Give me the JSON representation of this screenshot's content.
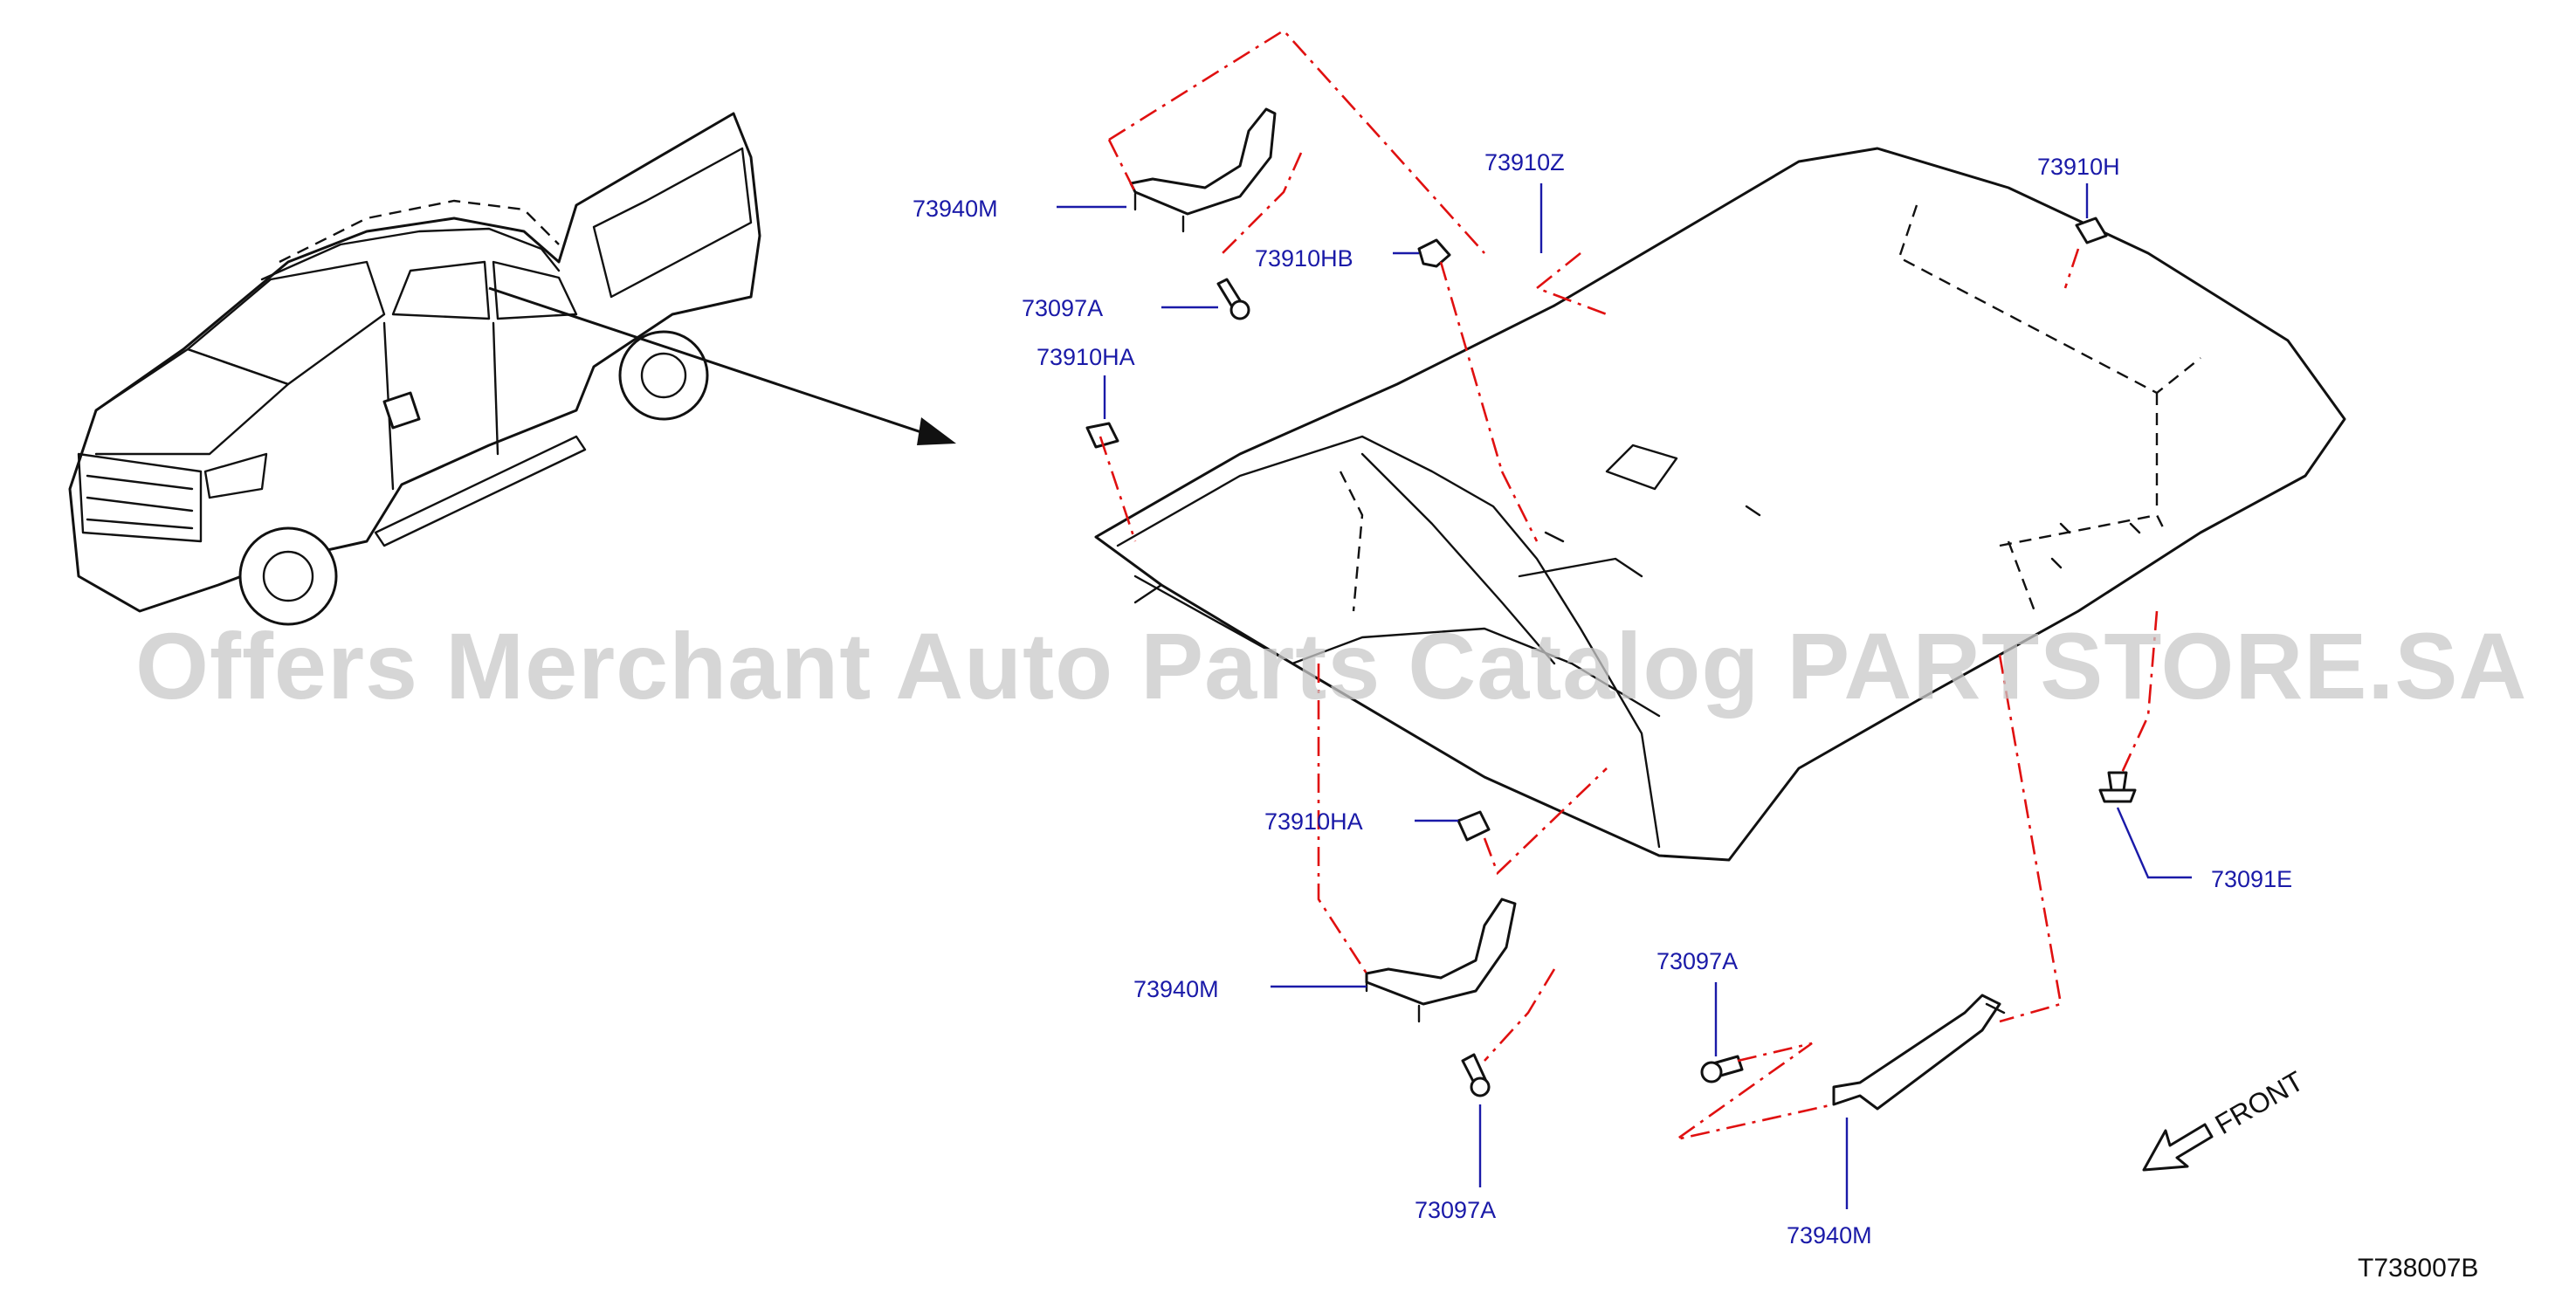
{
  "diagram": {
    "watermark": "Offers Merchant Auto Parts Catalog PARTSTORE.SA",
    "drawing_code": "T738007B",
    "front_label": "FRONT",
    "callouts": [
      {
        "id": "c1",
        "text": "73940M"
      },
      {
        "id": "c2",
        "text": "73910HB"
      },
      {
        "id": "c3",
        "text": "73097A"
      },
      {
        "id": "c4",
        "text": "73910HA"
      },
      {
        "id": "c5",
        "text": "73910Z"
      },
      {
        "id": "c6",
        "text": "73910H"
      },
      {
        "id": "c7",
        "text": "73910HA"
      },
      {
        "id": "c8",
        "text": "73940M"
      },
      {
        "id": "c9",
        "text": "73097A"
      },
      {
        "id": "c10",
        "text": "73097A"
      },
      {
        "id": "c11",
        "text": "73940M"
      },
      {
        "id": "c12",
        "text": "73091E"
      }
    ],
    "colors": {
      "callout_text": "#1a1aa8",
      "leader_line": "#1a1aa8",
      "assembly_line": "#e01010",
      "outline": "#111111",
      "watermark": "#c9c9c9"
    }
  }
}
